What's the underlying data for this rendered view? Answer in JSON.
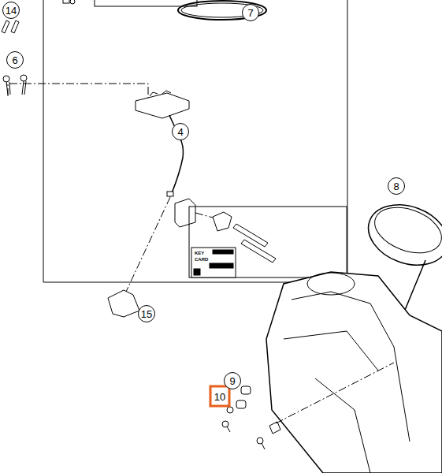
{
  "diagram": {
    "labels": [
      "14",
      "6",
      "7",
      "4",
      "8",
      "15",
      "9",
      "10",
      "KEY",
      "CARD"
    ]
  }
}
